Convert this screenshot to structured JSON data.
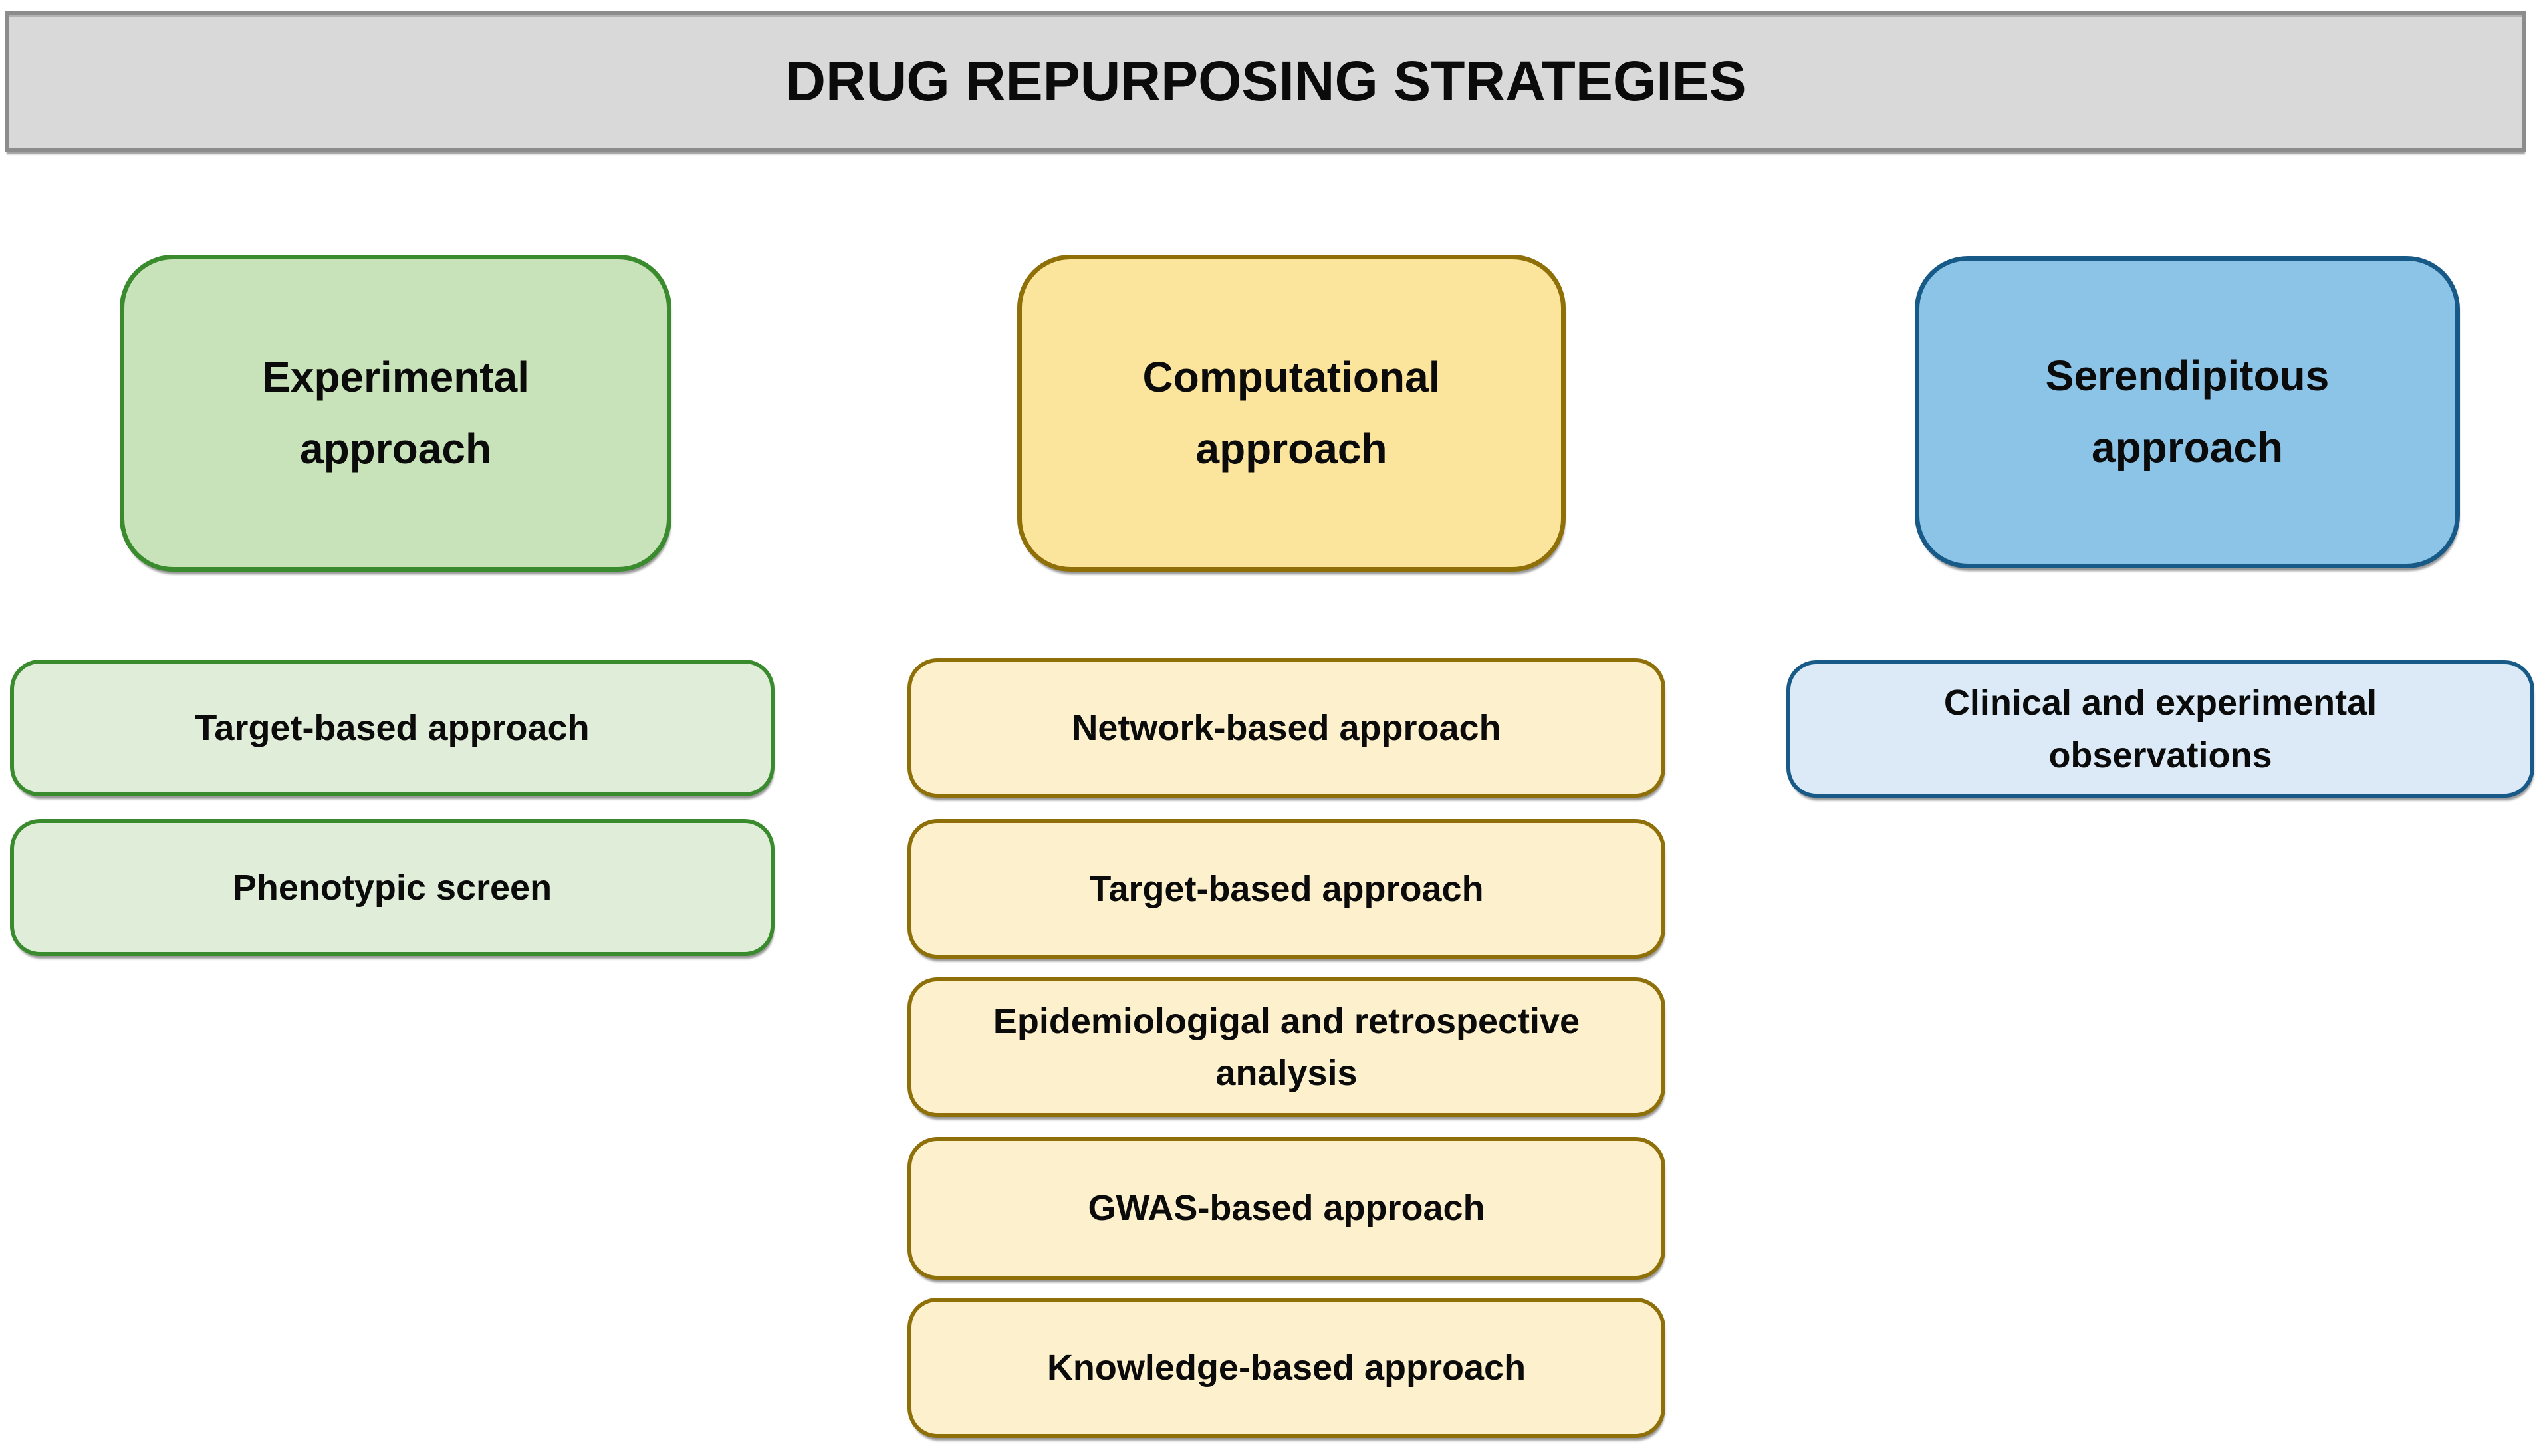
{
  "title": "DRUG REPURPOSING STRATEGIES",
  "colors": {
    "title_bg": "#D9D9D9",
    "title_border": "#8C8C8C",
    "green_main_bg": "#C8E2BA",
    "green_sub_bg": "#E0EED9",
    "green_border": "#3A8A2E",
    "yellow_main_bg": "#FBE49B",
    "yellow_sub_bg": "#FDF0CC",
    "yellow_border": "#8F6F07",
    "blue_main_bg": "#8CC4E8",
    "blue_sub_bg": "#DBEAF6",
    "blue_border": "#175A87",
    "text": "#0b0b0b"
  },
  "columns": [
    {
      "id": "experimental",
      "header": "Experimental approach",
      "header_display": "Experimental\napproach",
      "items": [
        "Target-based approach",
        "Phenotypic screen"
      ]
    },
    {
      "id": "computational",
      "header": "Computational approach",
      "header_display": "Computational\napproach",
      "items": [
        "Network-based approach",
        "Target-based approach",
        "Epidemiologigal and retrospective\nanalysis",
        "GWAS-based approach",
        "Knowledge-based approach"
      ]
    },
    {
      "id": "serendipitous",
      "header": "Serendipitous approach",
      "header_display": "Serendipitous\napproach",
      "items": [
        "Clinical and experimental\nobservations"
      ]
    }
  ]
}
